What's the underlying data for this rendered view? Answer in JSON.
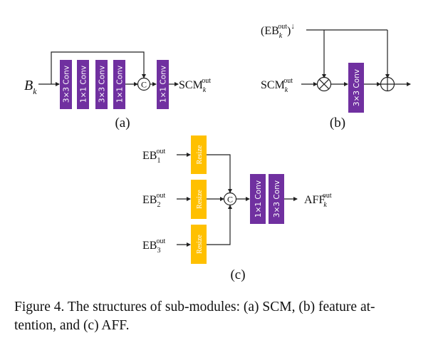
{
  "colors": {
    "conv": "#7030a0",
    "resize": "#ffc000",
    "line": "#222222"
  },
  "panel_a": {
    "input": {
      "base": "B",
      "sub": "k"
    },
    "blocks": [
      "3×3 Conv",
      "1×1 Conv",
      "3×3 Conv",
      "1×1 Conv"
    ],
    "concat_symbol": "C",
    "final_block": "1×1 Conv",
    "output": {
      "base": "SCM",
      "sub": "k",
      "sup": "out"
    },
    "label": "(a)"
  },
  "panel_b": {
    "input_top": {
      "base": "(EB",
      "sub": "k",
      "sup": "out",
      "tail": ")",
      "tail_sup": "↓"
    },
    "input_left": {
      "base": "SCM",
      "sub": "k",
      "sup": "out"
    },
    "block": "3×3 Conv",
    "label": "(b)"
  },
  "panel_c": {
    "inputs": [
      {
        "base": "EB",
        "sub": "1",
        "sup": "out"
      },
      {
        "base": "EB",
        "sub": "2",
        "sup": "out"
      },
      {
        "base": "EB",
        "sub": "3",
        "sup": "out"
      }
    ],
    "resize_label": "Resize",
    "concat_symbol": "C",
    "blocks": [
      "1×1 Conv",
      "3×3 Conv"
    ],
    "output": {
      "base": "AFF",
      "sub": "k",
      "sup": "out"
    },
    "label": "(c)"
  },
  "caption": {
    "line1": "Figure 4. The structures of sub-modules: (a) SCM, (b) feature at-",
    "line2": "tention, and (c) AFF."
  }
}
